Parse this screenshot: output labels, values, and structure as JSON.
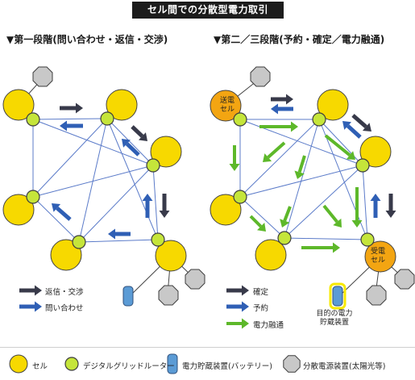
{
  "title": "セル間での分散型電力取引",
  "panel_left": {
    "heading": "▼第一段階(問い合わせ・返信・交渉)",
    "legend": [
      {
        "label": "返信・交渉",
        "color": "#383a4a"
      },
      {
        "label": "問い合わせ",
        "color": "#2f5fb5"
      }
    ]
  },
  "panel_right": {
    "heading": "▼第二／三段階(予約・確定／電力融通)",
    "sender_label": "送電\nセル",
    "receiver_label": "受電\nセル",
    "target_storage_label": "目的の電力\n貯蔵装置",
    "legend": [
      {
        "label": "確定",
        "color": "#383a4a"
      },
      {
        "label": "予約",
        "color": "#2f5fb5"
      },
      {
        "label": "電力融通",
        "color": "#5db82a"
      }
    ]
  },
  "bottom_legend": [
    {
      "label": "セル",
      "icon": "cell-icon"
    },
    {
      "label": "デジタルグリッドルーター",
      "icon": "router-icon"
    },
    {
      "label": "電力貯蔵装置(バッテリー)",
      "icon": "battery-icon"
    },
    {
      "label": "分散電源装置(太陽光等)",
      "icon": "distributed-source-icon"
    }
  ],
  "colors": {
    "cell": "#f7d900",
    "cell_stroke": "#444444",
    "cell_highlight": "#f3a512",
    "router": "#c5e53a",
    "battery": "#5b9bd5",
    "source": "#c8c8c8",
    "edge": "#5b7bc9",
    "reply_arrow": "#383a4a",
    "inquiry_arrow": "#2f5fb5",
    "power_arrow": "#5db82a"
  }
}
